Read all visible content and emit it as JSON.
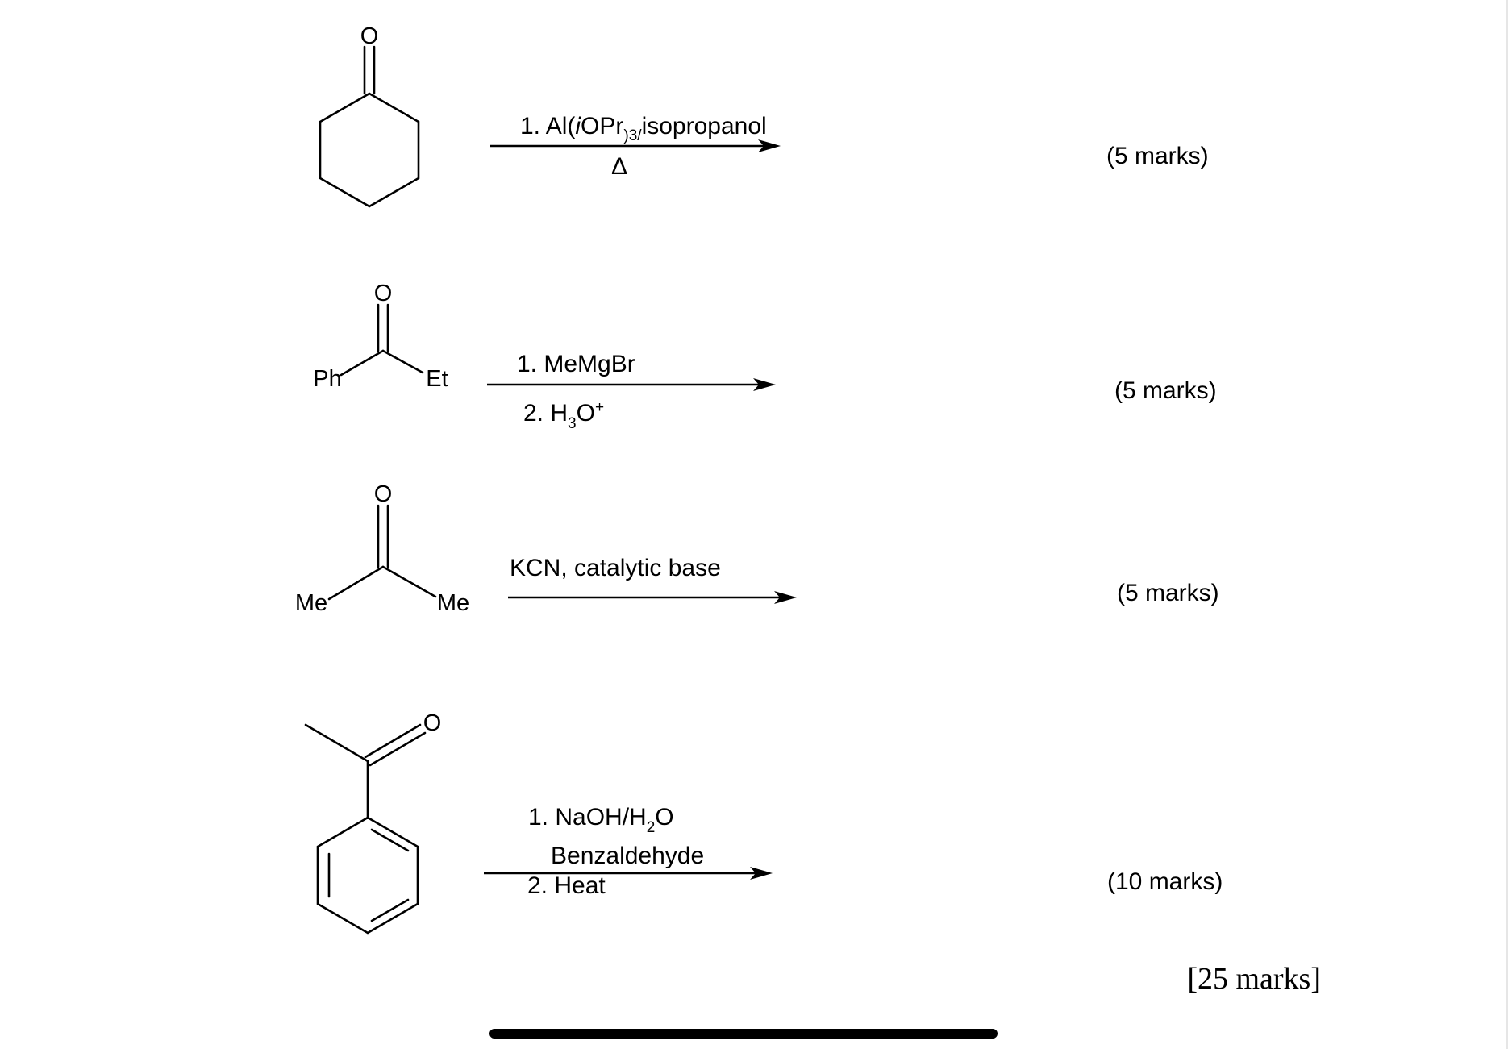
{
  "reactions": [
    {
      "reagent_line1": {
        "pre": "1. Al(",
        "italic": "i",
        "mid": "OPr",
        "sub": ")3/",
        "post": "isopropanol"
      },
      "reagent_line2": "Δ",
      "marks": "(5 marks)"
    },
    {
      "atoms": {
        "O": "O",
        "left": "Ph",
        "right": "Et"
      },
      "reagent_line1": "1. MeMgBr",
      "reagent_line2": {
        "pre": "2. H",
        "sub": "3",
        "mid": "O",
        "sup": "+"
      },
      "marks": "(5 marks)"
    },
    {
      "atoms": {
        "O": "O",
        "left": "Me",
        "right": "Me"
      },
      "reagent_line1": "KCN, catalytic base",
      "marks": "(5 marks)"
    },
    {
      "atoms": {
        "O": "O"
      },
      "reagent_line1": {
        "pre": "1. NaOH/H",
        "sub": "2",
        "post": "O"
      },
      "reagent_line2": "Benzaldehyde",
      "reagent_line3": "2. Heat",
      "marks": "(10 marks)"
    }
  ],
  "reaction1_atoms": {
    "O": "O"
  },
  "total": "[25 marks]"
}
